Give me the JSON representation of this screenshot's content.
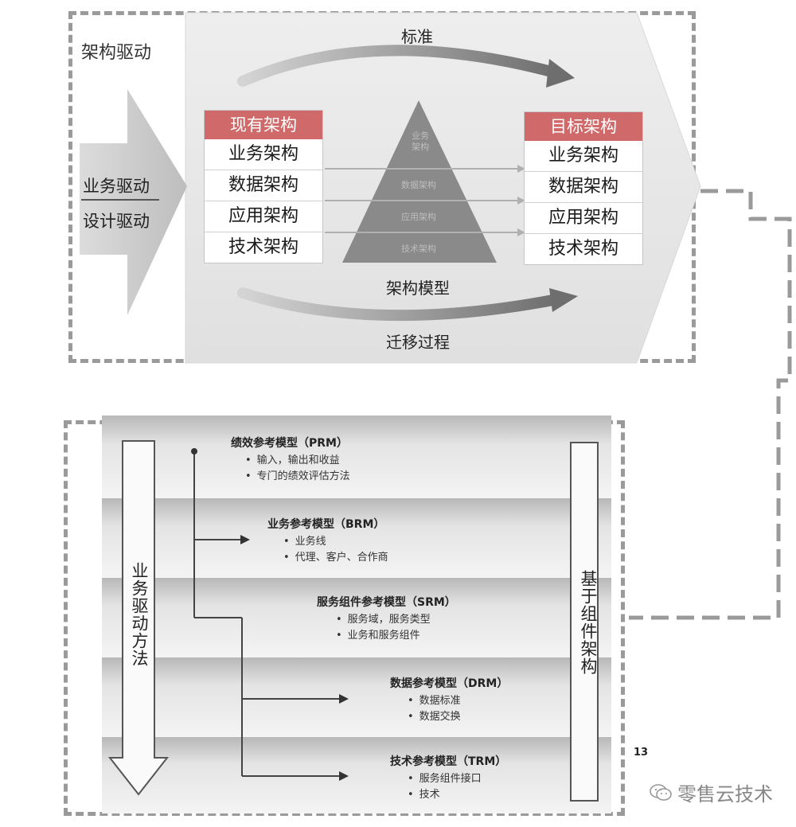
{
  "top": {
    "title": "架构驱动",
    "standard_label": "标准",
    "model_label": "架构模型",
    "migration_label": "迁移过程",
    "drivers": [
      "业务驱动",
      "设计驱动"
    ],
    "current": {
      "header": "现有架构",
      "rows": [
        "业务架构",
        "数据架构",
        "应用架构",
        "技术架构"
      ]
    },
    "target": {
      "header": "目标架构",
      "rows": [
        "业务架构",
        "数据架构",
        "应用架构",
        "技术架构"
      ]
    },
    "pyramid_levels": [
      "业务\n架构",
      "数据架构",
      "应用架构",
      "技术架构"
    ]
  },
  "bottom": {
    "left_label": "业务驱动方法",
    "right_label": "基于组件架构",
    "models": [
      {
        "title": "绩效参考模型（PRM）",
        "bullets": [
          "输入，输出和收益",
          "专门的绩效评估方法"
        ]
      },
      {
        "title": "业务参考模型（BRM）",
        "bullets": [
          "业务线",
          "代理、客户、合作商"
        ]
      },
      {
        "title": "服务组件参考模型（SRM）",
        "bullets": [
          "服务域，服务类型",
          "业务和服务组件"
        ]
      },
      {
        "title": "数据参考模型（DRM）",
        "bullets": [
          "数据标准",
          "数据交换"
        ]
      },
      {
        "title": "技术参考模型（TRM）",
        "bullets": [
          "服务组件接口",
          "技术"
        ]
      }
    ]
  },
  "page_number": "13",
  "watermark": "零售云技术",
  "colors": {
    "header_red": "#d06a6a",
    "pyramid": "#8a8a8a",
    "frame": "#9a9a9a",
    "panel_bg": "#e8e8e8",
    "chevron": "#c8c8c8"
  }
}
